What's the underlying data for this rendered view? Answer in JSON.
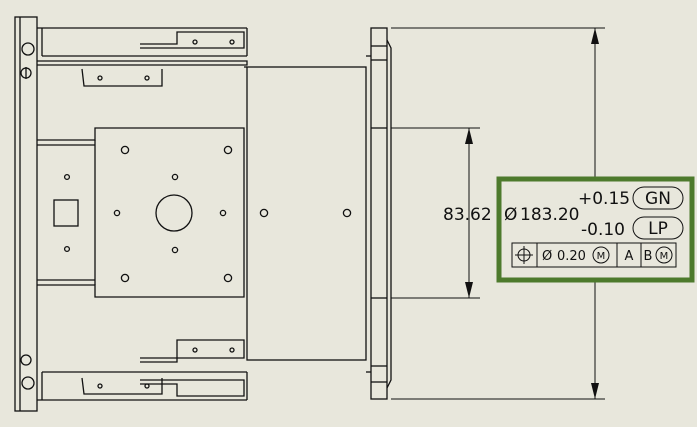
{
  "drawing": {
    "background_color": "#e8e7dc",
    "line_color": "#111111",
    "highlight_color": "#4d7a2c"
  },
  "dimensions": {
    "short_value": "83.62",
    "diameter_symbol": "Ø",
    "diameter_value": "183.20",
    "tolerance_upper": "+0.15",
    "tolerance_lower": "-0.10",
    "modifier_upper": "GN",
    "modifier_lower": "LP"
  },
  "feature_control_frame": {
    "symbol_icon": "position-icon",
    "diameter_symbol": "Ø",
    "tolerance_value": "0.20",
    "material_modifier": "M",
    "datum_primary": "A",
    "datum_secondary": "B",
    "datum_secondary_modifier": "M"
  }
}
